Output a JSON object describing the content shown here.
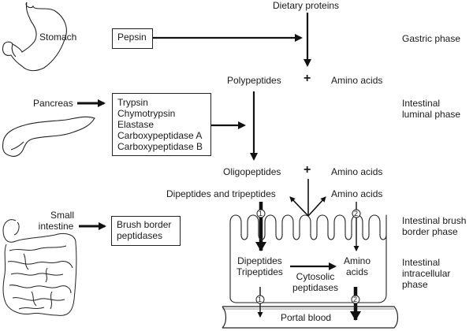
{
  "organs": {
    "stomach": "Stomach",
    "pancreas": "Pancreas",
    "small_intestine": [
      "Small",
      "intestine"
    ]
  },
  "enzymes": {
    "gastric": [
      "Pepsin"
    ],
    "pancreatic": [
      "Trypsin",
      "Chymotrypsin",
      "Elastase",
      "Carboxypeptidase A",
      "Carboxypeptidase B"
    ],
    "brush_border": [
      "Brush border",
      "peptidases"
    ]
  },
  "substrates": {
    "dietary_proteins": "Dietary proteins",
    "polypeptides": "Polypeptides",
    "amino_acids_1": "Amino acids",
    "oligopeptides": "Oligopeptides",
    "amino_acids_2": "Amino acids",
    "di_tri_peptides": "Dipeptides and tripeptides",
    "amino_acids_3": "Amino acids",
    "plus": "+"
  },
  "intracellular": {
    "dipeptides": [
      "Dipeptides",
      "Tripeptides"
    ],
    "amino_acids": [
      "Amino",
      "acids"
    ],
    "cytosolic": [
      "Cytosolic",
      "peptidases"
    ]
  },
  "transporters": {
    "one": "1",
    "two": "2"
  },
  "portal_blood": "Portal blood",
  "phases": {
    "gastric": [
      "Gastric phase"
    ],
    "luminal": [
      "Intestinal",
      "luminal phase"
    ],
    "brush_border": [
      "Intestinal brush",
      "border phase"
    ],
    "intracellular": [
      "Intestinal",
      "intracellular",
      "phase"
    ]
  }
}
